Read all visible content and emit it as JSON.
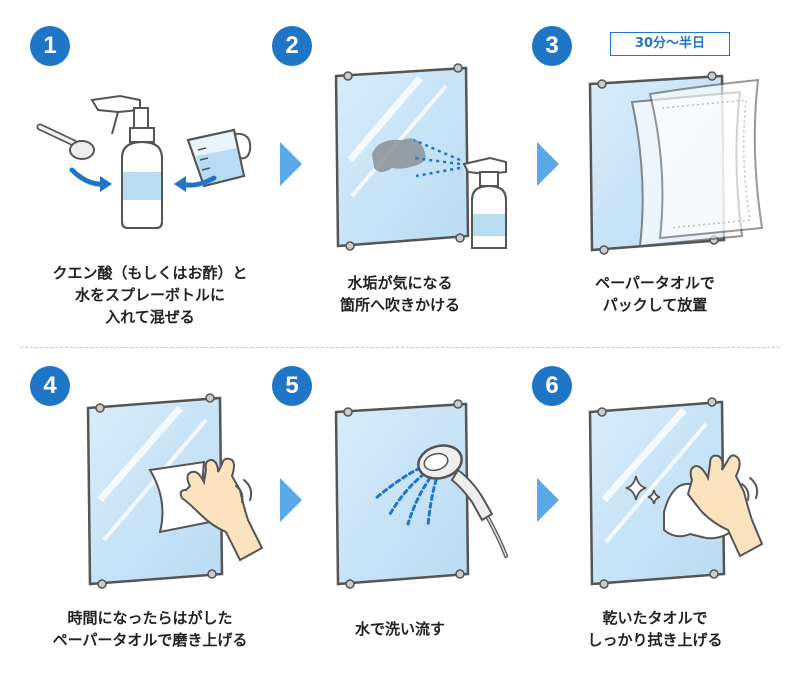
{
  "steps": [
    {
      "number": "1",
      "lines": [
        "クエン酸（もしくはお酢）と",
        "水をスプレーボトルに",
        "入れて混ぜる"
      ]
    },
    {
      "number": "2",
      "lines": [
        "水垢が気になる",
        "箇所へ吹きかける"
      ]
    },
    {
      "number": "3",
      "lines": [
        "ペーパータオルで",
        "パックして放置"
      ],
      "tag": "30分〜半日"
    },
    {
      "number": "4",
      "lines": [
        "時間になったらはがした",
        "ペーパータオルで磨き上げる"
      ]
    },
    {
      "number": "5",
      "lines": [
        "水で洗い流す"
      ]
    },
    {
      "number": "6",
      "lines": [
        "乾いたタオルで",
        "しっかり拭き上げる"
      ]
    }
  ],
  "colors": {
    "accent": "#1f75c6",
    "arrow": "#5aa8e8",
    "mirror": "#cfe6f7",
    "outline": "#555555"
  }
}
